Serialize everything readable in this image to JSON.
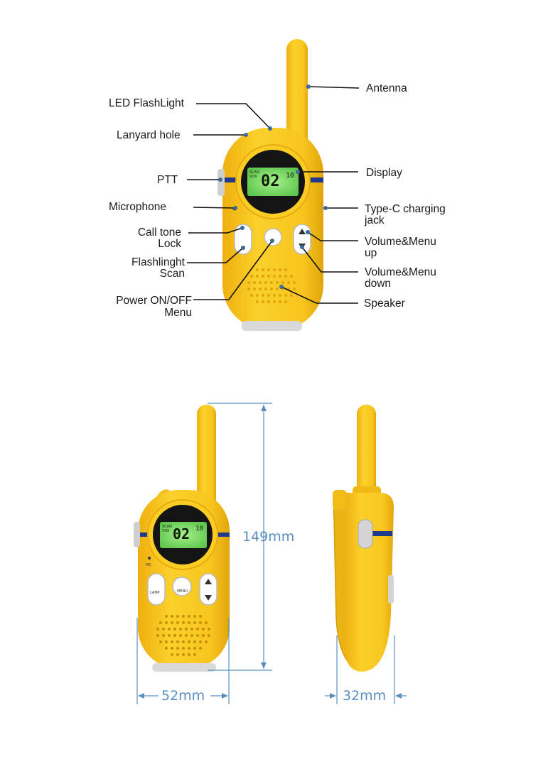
{
  "colors": {
    "body_yellow": "#f7c51e",
    "body_shadow": "#e5a90c",
    "stripe_navy": "#1f3a8a",
    "lcd_green": "#7de06a",
    "dimension_blue": "#5b8fbf",
    "leader_line": "#111111"
  },
  "labels": {
    "antenna": "Antenna",
    "led_flashlight": "LED FlashLight",
    "lanyard_hole": "Lanyard hole",
    "display": "Display",
    "ptt": "PTT",
    "microphone": "Microphone",
    "type_c_line1": "Type-C charging",
    "type_c_line2": "jack",
    "call_tone_line1": "Call tone",
    "call_tone_line2": "Lock",
    "volume_up_line1": "Volume&Menu",
    "volume_up_line2": "up",
    "flashlight_line1": "Flashlinght",
    "flashlight_line2": "Scan",
    "volume_down_line1": "Volume&Menu",
    "volume_down_line2": "down",
    "power_line1": "Power ON/OFF",
    "power_line2": "Menu",
    "speaker": "Speaker"
  },
  "device_text": {
    "scan": "SCAN",
    "vox": "VOX",
    "channel": "02",
    "sub": "10",
    "mc": "MC",
    "menu": "MENU",
    "lamp": "LAMP"
  },
  "dimensions": {
    "height": "149mm",
    "width": "52mm",
    "depth": "32mm"
  }
}
